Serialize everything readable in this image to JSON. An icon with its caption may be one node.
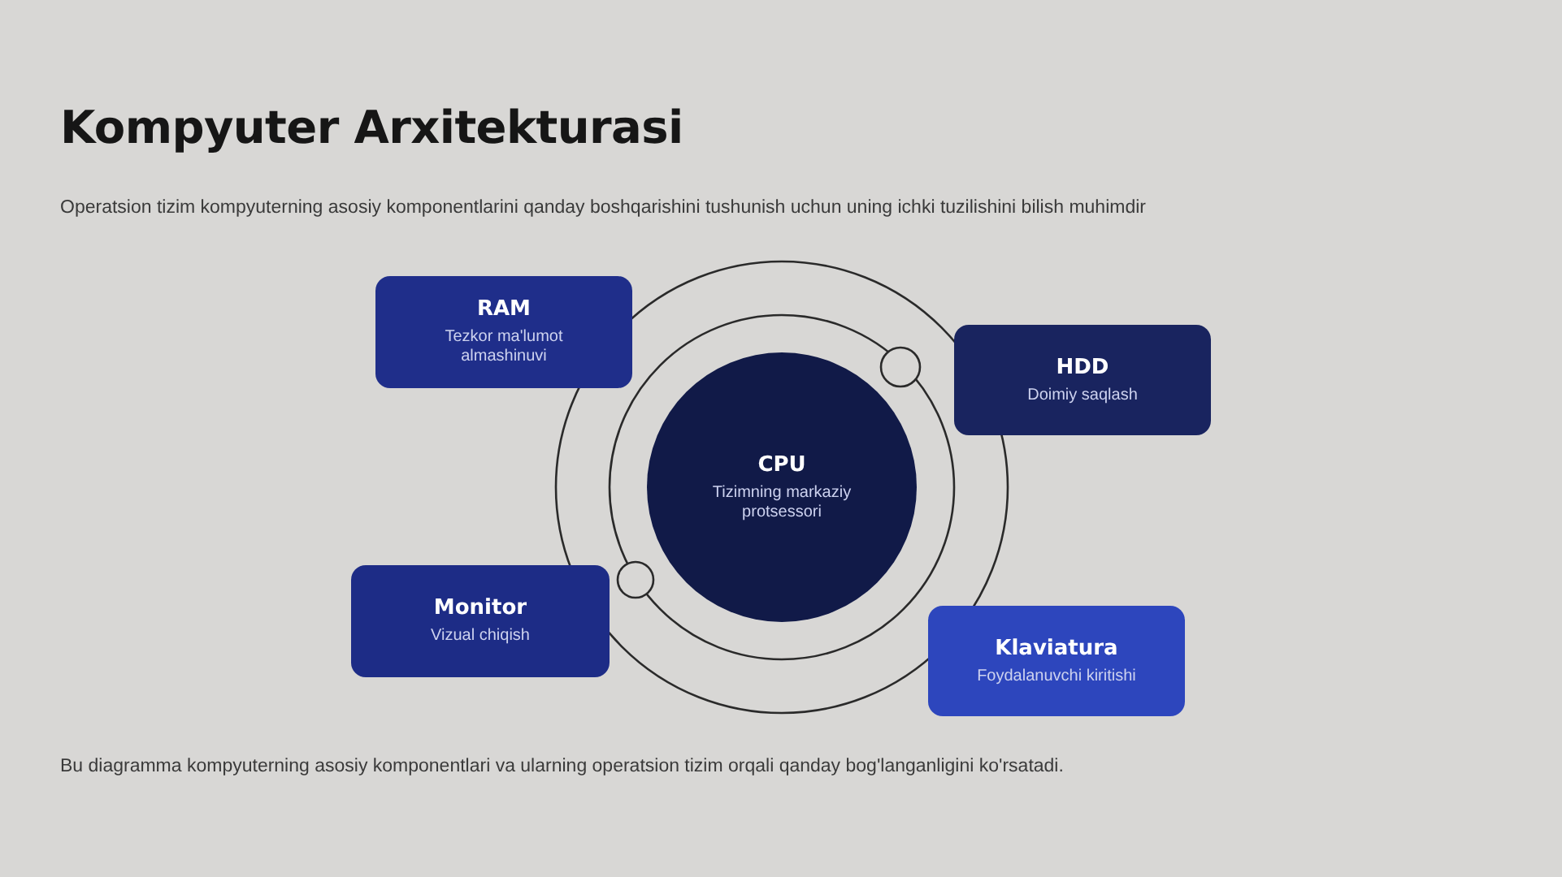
{
  "diagram": {
    "title": "Kompyuter Arxitekturasi",
    "caption": "Bu diagramma kompyuterning asosiy komponentlari va ularning operatsion tizim orqali qanday bog'langanligini ko'rsatadi.",
    "nodes": [
      {
        "text": [
          "RAM",
          "Tezkor ma'lumot almashinuvi"
        ]
      },
      {
        "text": [
          "HDD",
          "Doimiy saqlash"
        ]
      },
      {
        "text": [
          "CPU",
          "Tizimning markaziy protsessori"
        ]
      },
      {
        "text": [
          "Monitor",
          "Vizual chiqish"
        ]
      },
      {
        "text": [
          "Klaviatura",
          "Foydalanuvchi kiritishi"
        ]
      }
    ],
    "labels": [
      "Operatsion tizim kompyuterning asosiy komponentlarini qanday boshqarishini tushunish uchun uning ichki tuzilishini bilish muhimdir"
    ]
  }
}
